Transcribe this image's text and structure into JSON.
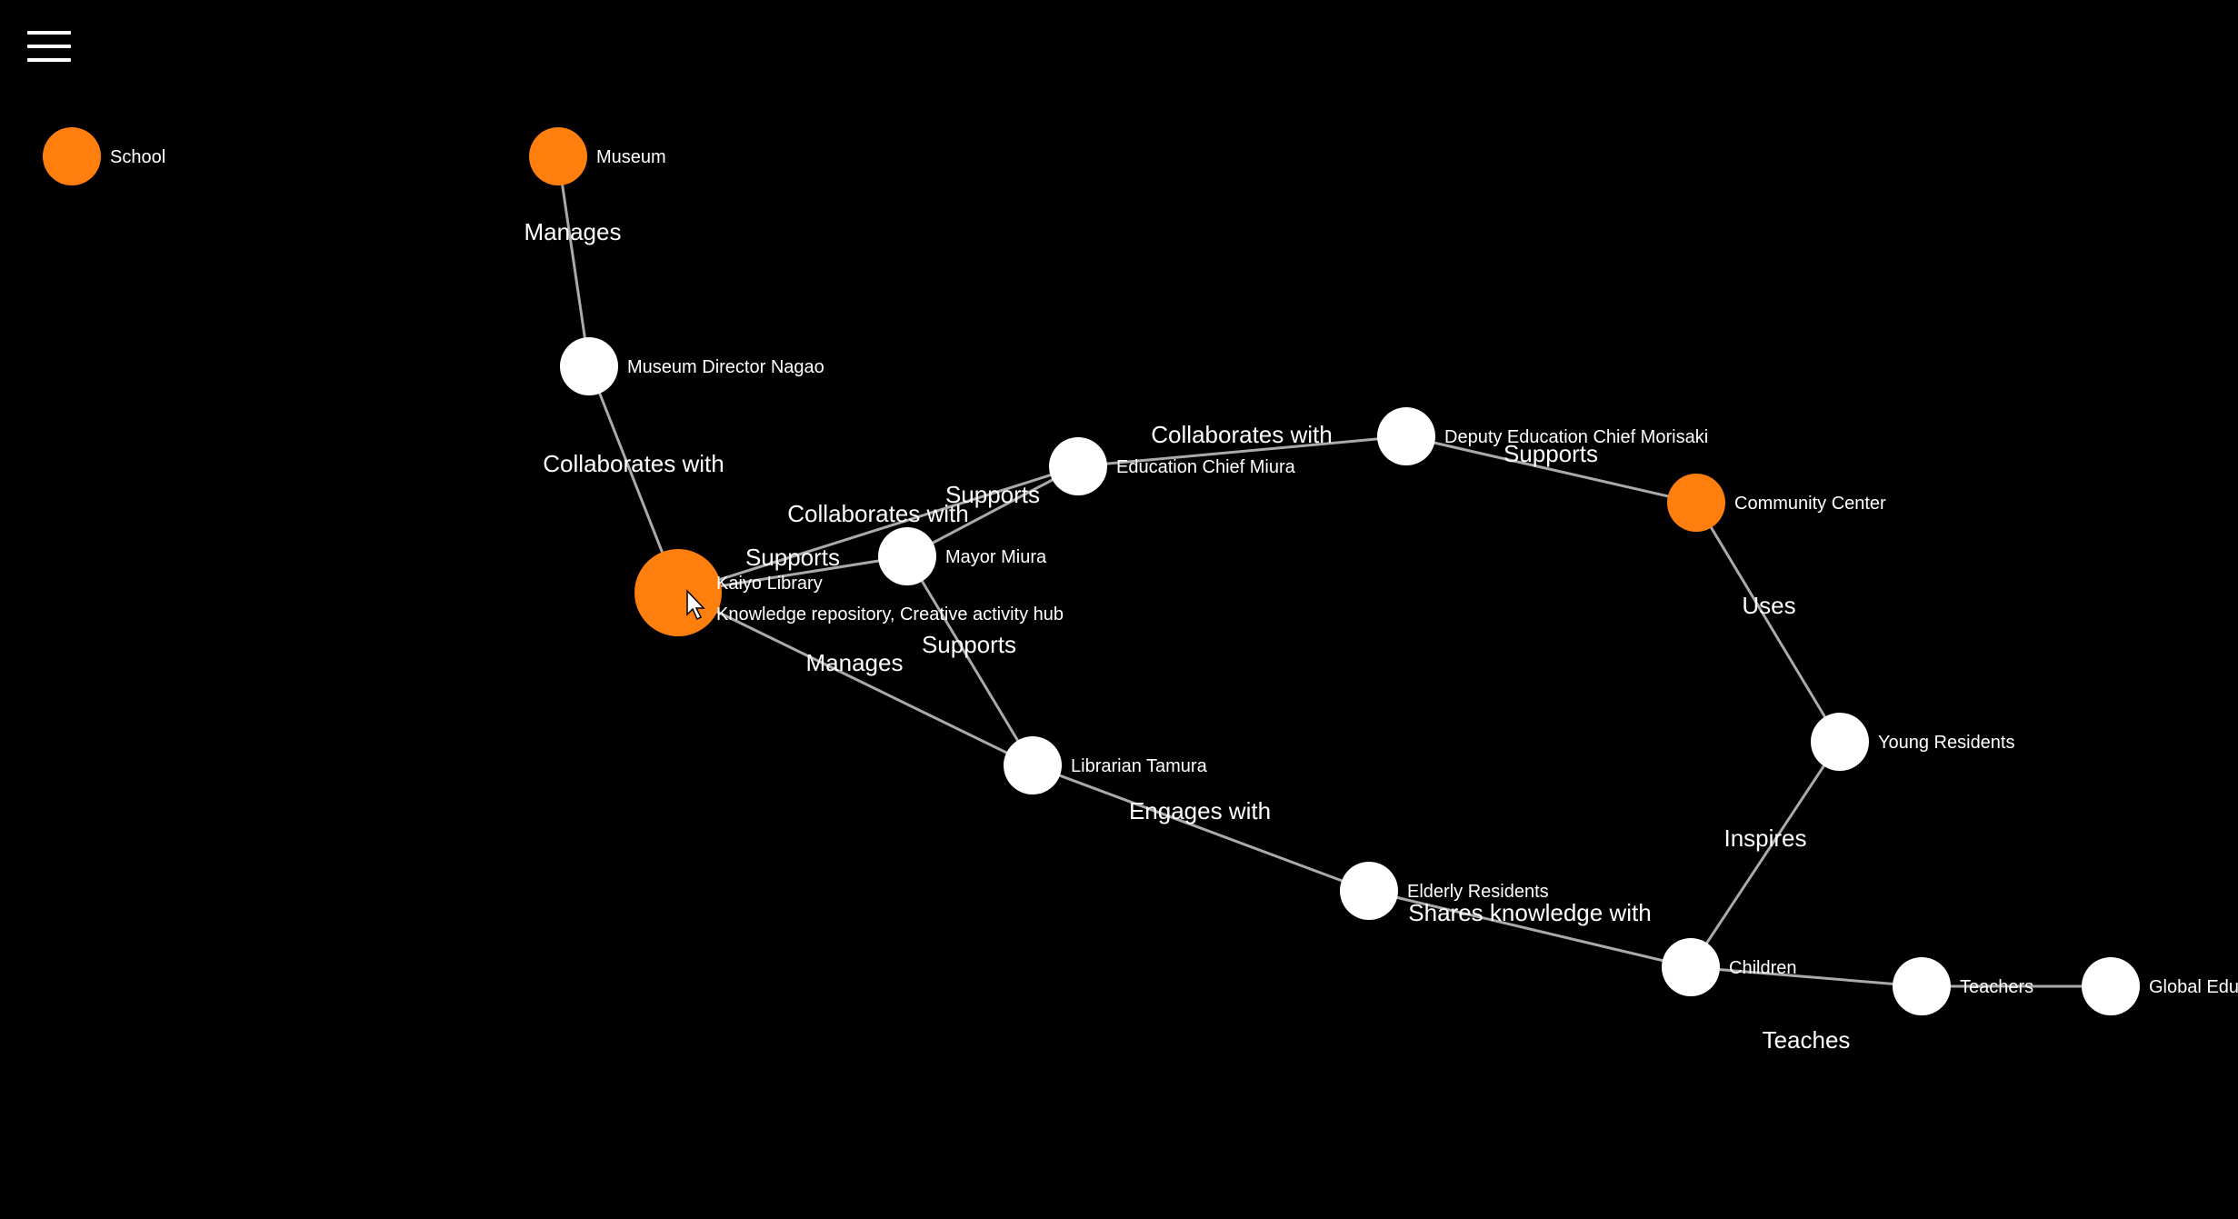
{
  "colors": {
    "background": "#000000",
    "organization": "#ff7f0e",
    "person": "#ffffff",
    "edge": "#aaaaaa",
    "text": "#ffffff"
  },
  "menu": {
    "icon": "hamburger-menu-icon"
  },
  "graph": {
    "nodes": [
      {
        "id": "school",
        "label": "School",
        "kind": "organization"
      },
      {
        "id": "museum",
        "label": "Museum",
        "kind": "organization"
      },
      {
        "id": "director_nagao",
        "label": "Museum Director Nagao",
        "kind": "person"
      },
      {
        "id": "kaiyo_library",
        "label": "Kaiyo Library",
        "description": "Knowledge repository, Creative activity hub",
        "kind": "organization",
        "selected": true
      },
      {
        "id": "mayor_miura",
        "label": "Mayor Miura",
        "kind": "person"
      },
      {
        "id": "edu_chief_miura",
        "label": "Education Chief Miura",
        "kind": "person"
      },
      {
        "id": "deputy_morisaki",
        "label": "Deputy Education Chief Morisaki",
        "kind": "person"
      },
      {
        "id": "community_center",
        "label": "Community Center",
        "kind": "organization"
      },
      {
        "id": "librarian_tamura",
        "label": "Librarian Tamura",
        "kind": "person"
      },
      {
        "id": "young_residents",
        "label": "Young Residents",
        "kind": "person"
      },
      {
        "id": "elderly_residents",
        "label": "Elderly Residents",
        "kind": "person"
      },
      {
        "id": "children",
        "label": "Children",
        "kind": "person"
      },
      {
        "id": "teachers",
        "label": "Teachers",
        "kind": "person"
      },
      {
        "id": "global_educators",
        "label": "Global Educ",
        "kind": "person"
      }
    ],
    "edges": [
      {
        "source": "museum",
        "target": "director_nagao",
        "label": "Manages"
      },
      {
        "source": "director_nagao",
        "target": "kaiyo_library",
        "label": "Collaborates with"
      },
      {
        "source": "kaiyo_library",
        "target": "edu_chief_miura",
        "label": "Collaborates with"
      },
      {
        "source": "kaiyo_library",
        "target": "mayor_miura",
        "label": "Supports"
      },
      {
        "source": "mayor_miura",
        "target": "edu_chief_miura",
        "label": "Supports"
      },
      {
        "source": "mayor_miura",
        "target": "librarian_tamura",
        "label": "Supports"
      },
      {
        "source": "kaiyo_library",
        "target": "librarian_tamura",
        "label": "Manages"
      },
      {
        "source": "edu_chief_miura",
        "target": "deputy_morisaki",
        "label": "Collaborates with"
      },
      {
        "source": "deputy_morisaki",
        "target": "community_center",
        "label": "Supports"
      },
      {
        "source": "community_center",
        "target": "young_residents",
        "label": "Uses"
      },
      {
        "source": "young_residents",
        "target": "children",
        "label": "Inspires"
      },
      {
        "source": "librarian_tamura",
        "target": "elderly_residents",
        "label": "Engages with"
      },
      {
        "source": "elderly_residents",
        "target": "children",
        "label": "Shares knowledge with"
      },
      {
        "source": "children",
        "target": "teachers",
        "label": ""
      },
      {
        "source": "teachers",
        "target": "global_educators",
        "label": "Teaches"
      }
    ]
  }
}
